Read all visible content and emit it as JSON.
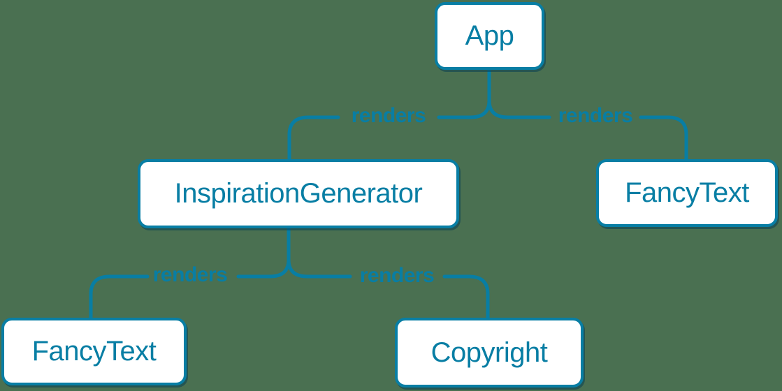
{
  "colors": {
    "background": "#4a7051",
    "line": "#087ea4",
    "node_bg": "#ffffff",
    "node_border": "#087ea4",
    "node_text": "#087ea4",
    "shadow": "rgba(7, 63, 83, 0.55)"
  },
  "nodes": [
    {
      "id": "app",
      "label": "App"
    },
    {
      "id": "inspiration-generator",
      "label": "InspirationGenerator"
    },
    {
      "id": "fancy-text-right",
      "label": "FancyText"
    },
    {
      "id": "fancy-text-left",
      "label": "FancyText"
    },
    {
      "id": "copyright",
      "label": "Copyright"
    }
  ],
  "edges": [
    {
      "from": "App",
      "to": "InspirationGenerator",
      "label": "renders"
    },
    {
      "from": "App",
      "to": "FancyText",
      "label": "renders"
    },
    {
      "from": "InspirationGenerator",
      "to": "FancyText",
      "label": "renders"
    },
    {
      "from": "InspirationGenerator",
      "to": "Copyright",
      "label": "renders"
    }
  ]
}
